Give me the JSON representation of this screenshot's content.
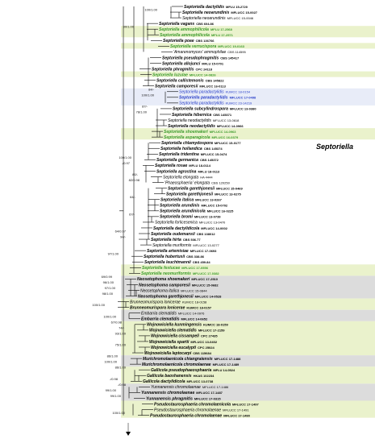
{
  "clade_label": "Septoriella",
  "colors": {
    "green_text": "#3a9a2a",
    "blue_text": "#2a40c8",
    "band_gray": "#dcdcdc",
    "band_green": "#eaf2cc",
    "band_blue": "#e8ecf8"
  },
  "taxa": [
    {
      "genus": "Septoriella dactylidis",
      "voucher": "MFLU 15-2720",
      "color": "black",
      "light": false
    },
    {
      "genus": "Septoriella neoarundinis",
      "voucher": "MFLUCC 15-0027",
      "color": "black",
      "light": false
    },
    {
      "genus": "Septoriella neoarundinis",
      "voucher": "MFLUCC 15-0046",
      "color": "black",
      "light": true
    },
    {
      "genus": "Septoriella vagans",
      "voucher": "CBS 604.86",
      "color": "black",
      "light": false
    },
    {
      "genus": "Septoriella ammophilicola",
      "voucher": "MFLU 17-2568",
      "color": "green",
      "light": false
    },
    {
      "genus": "Septoriella ammophilicola",
      "voucher": "MFLU 17-2571",
      "color": "green",
      "light": false
    },
    {
      "genus": "Septoriella poae",
      "voucher": "CBS 136766",
      "color": "black",
      "light": false
    },
    {
      "genus": "Septoriella verrucispora",
      "voucher": "MFLUCC 19-0163",
      "color": "green",
      "light": false
    },
    {
      "genus": "'Amarenomyces' ammophilae",
      "voucher": "CBS 114595",
      "color": "black",
      "light": true
    },
    {
      "genus": "Septoriella pseudophragmitis",
      "voucher": "CBS 145417",
      "color": "black",
      "light": false
    },
    {
      "genus": "Septoriella allojunci",
      "voucher": "MFLU 15-0701",
      "color": "black",
      "light": false
    },
    {
      "genus": "Septoriella phragmitis",
      "voucher": "CPC 24118",
      "color": "black",
      "light": false
    },
    {
      "genus": "Septoriella luzulae",
      "voucher": "MFLUCC 14-0826",
      "color": "green",
      "light": false
    },
    {
      "genus": "Septoriella callistemonis",
      "voucher": "CBS 145822",
      "color": "black",
      "light": false
    },
    {
      "genus": "Septoriella camporesii",
      "voucher": "MFLUCC 16-0113",
      "color": "black",
      "light": false
    },
    {
      "genus": "Septoriella paradactylidis",
      "voucher": "KUMCC 18-0154",
      "color": "blue",
      "light": true
    },
    {
      "genus": "Septoriella paradactylidis",
      "voucher": "MFLUCC 17-0498",
      "color": "blue",
      "light": false
    },
    {
      "genus": "Septoriella paradactylidis",
      "voucher": "KUMCC 23-14219",
      "color": "blue",
      "light": true
    },
    {
      "genus": "Septoriella subcylindrospora",
      "voucher": "MFLUCC 13-0380",
      "color": "black",
      "light": false
    },
    {
      "genus": "Septoriella hibernica",
      "voucher": "CBS 145371",
      "color": "black",
      "light": false
    },
    {
      "genus": "Septoriella neodactylidis",
      "voucher": "MFLUCC 13-0618",
      "color": "black",
      "light": true
    },
    {
      "genus": "Septoriella neodactylidis",
      "voucher": "MFLUCC 14-0966",
      "color": "black",
      "light": false
    },
    {
      "genus": "Septoriella shoemakeri",
      "voucher": "MFLUCC 14-0963",
      "color": "green",
      "light": false
    },
    {
      "genus": "Septoriella asparagicola",
      "voucher": "MFLUCC 16-0379",
      "color": "green",
      "light": false
    },
    {
      "genus": "Septoriella chlamydospora",
      "voucher": "MFLUCC 15-0177",
      "color": "black",
      "light": false
    },
    {
      "genus": "Septoriella hollandica",
      "voucher": "CBS 145374",
      "color": "black",
      "light": false
    },
    {
      "genus": "Septoriella tridentina",
      "voucher": "MFLUCC 15-0474",
      "color": "black",
      "light": false
    },
    {
      "genus": "Septoriella germanica",
      "voucher": "CBS 145372",
      "color": "black",
      "light": false
    },
    {
      "genus": "Septoriella rosae",
      "voucher": "MFLU 18-0114",
      "color": "black",
      "light": false
    },
    {
      "genus": "Septoriella agrostina",
      "voucher": "MFLU 18-0113",
      "color": "black",
      "light": false
    },
    {
      "genus": "Septoriella elongata",
      "voucher": "HA 4444",
      "color": "black",
      "light": true
    },
    {
      "genus": "'Phaeosphaeria' elongata",
      "voucher": "CBS 120250",
      "color": "black",
      "light": true
    },
    {
      "genus": "Septoriella garethjonesii",
      "voucher": "MFLUCC 15-0469",
      "color": "black",
      "light": false
    },
    {
      "genus": "Septoriella garethjonesii",
      "voucher": "MFLUCC 13-0275",
      "color": "black",
      "light": false
    },
    {
      "genus": "Septoriella italica",
      "voucher": "MFLUCC 13-0267",
      "color": "black",
      "light": false
    },
    {
      "genus": "Septoriella arundinis",
      "voucher": "MFLUCC 15-0702",
      "color": "black",
      "light": false
    },
    {
      "genus": "Septoriella arundinicola",
      "voucher": "MFLUCC 16-0225",
      "color": "black",
      "light": false
    },
    {
      "genus": "Septoriella bromi",
      "voucher": "MFLUCC 13-0739",
      "color": "black",
      "light": false
    },
    {
      "genus": "Septoriella forlicesenica",
      "voucher": "MFLUCC 13-0470",
      "color": "black",
      "light": true
    },
    {
      "genus": "Septoriella dactylidicola",
      "voucher": "MFLUCC 14-0002",
      "color": "black",
      "light": false
    },
    {
      "genus": "Septoriella oudemansii",
      "voucher": "CBS 138012",
      "color": "black",
      "light": false
    },
    {
      "genus": "Septoriella hirta",
      "voucher": "CBS 536.77",
      "color": "black",
      "light": false
    },
    {
      "genus": "Septoriella muriformis",
      "voucher": "MFLUCC 13-0277",
      "color": "black",
      "light": true
    },
    {
      "genus": "Septoriella artemisiae",
      "voucher": "MFLUCC 17-0693",
      "color": "black",
      "light": false
    },
    {
      "genus": "Septoriella hubertusii",
      "voucher": "CBS 338.86",
      "color": "black",
      "light": false
    },
    {
      "genus": "Septoriella leuchtmannii",
      "voucher": "CBS 459.84",
      "color": "black",
      "light": false
    },
    {
      "genus": "Septoriella festucae",
      "voucher": "MFLUCC 17-0556",
      "color": "green",
      "light": false
    },
    {
      "genus": "Septoriella neomuriformis",
      "voucher": "MFLUCC 17-0382",
      "color": "green",
      "light": false
    },
    {
      "genus": "Neosetophoma shoemakeri",
      "voucher": "MFLUCC 17-2510",
      "color": "black",
      "light": false
    },
    {
      "genus": "Neosetophoma camporesii",
      "voucher": "MFLUCC 15-0682",
      "color": "black",
      "light": false
    },
    {
      "genus": "Neosetophoma italica",
      "voucher": "MFLUCC 15-0844",
      "color": "black",
      "light": true
    },
    {
      "genus": "Neosetophoma garethjonesii",
      "voucher": "MFLUCC 14-0528",
      "color": "black",
      "light": false
    },
    {
      "genus": "Brunneomurispora lonicerae",
      "voucher": "KUMCC 18-0158",
      "color": "black",
      "light": true
    },
    {
      "genus": "Brunneomurispora lonicerae",
      "voucher": "KUMCC 18-0157",
      "color": "black",
      "light": false
    },
    {
      "genus": "Embarria clematidis",
      "voucher": "MFLUCC 14-0976",
      "color": "black",
      "light": true
    },
    {
      "genus": "Embarria clematidis",
      "voucher": "MFLUCC 14-0652",
      "color": "black",
      "light": false
    },
    {
      "genus": "Wojnowiciella kunmingensis",
      "voucher": "KUMCC 18-0159",
      "color": "black",
      "light": false
    },
    {
      "genus": "Wojnowiciella clematidis",
      "voucher": "MFLUCC 17-2159",
      "color": "black",
      "light": false
    },
    {
      "genus": "Wojnowiciella cissampeli",
      "voucher": "CPC 27435",
      "color": "black",
      "light": false
    },
    {
      "genus": "Wojnowiciella spartii",
      "voucher": "MFLUCC 13-0402",
      "color": "black",
      "light": false
    },
    {
      "genus": "Wojnowiciella eucalypti",
      "voucher": "CPC 25024",
      "color": "black",
      "light": false
    },
    {
      "genus": "Wojnowiciella leptocarpi",
      "voucher": "CBS 115684",
      "color": "black",
      "light": false
    },
    {
      "genus": "Murichromolaenicola chiangraiensis",
      "voucher": "MFLUCC 17-1488",
      "color": "black",
      "light": false
    },
    {
      "genus": "Murichromolaenicola chromolaenae",
      "voucher": "MFLUCC 17-1489",
      "color": "black",
      "light": false
    },
    {
      "genus": "Gallicola pseudophaeosphaeria",
      "voucher": "MFLU 14-0524",
      "color": "black",
      "light": false
    },
    {
      "genus": "Gallicola baoshanensis",
      "voucher": "HKAS 102234",
      "color": "black",
      "light": false
    },
    {
      "genus": "Gallicola dactylidicola",
      "voucher": "MFLUCC 13-0738",
      "color": "black",
      "light": false
    },
    {
      "genus": "Yunnanensis chromolaenae",
      "voucher": "MFLUCC 17-1486",
      "color": "black",
      "light": true
    },
    {
      "genus": "Yunnanensis chromolaenae",
      "voucher": "MFLUCC 17-1487",
      "color": "black",
      "light": false
    },
    {
      "genus": "Yunnanensis phragmitis",
      "voucher": "MFLUCC 17-0315",
      "color": "black",
      "light": false
    },
    {
      "genus": "Pseudostaurosphaeria chromolaenicola",
      "voucher": "MFLUCC 17-1497",
      "color": "black",
      "light": false
    },
    {
      "genus": "Pseudostaurosphaeria chromolaenae",
      "voucher": "MFLUCC 17-1491",
      "color": "black",
      "light": true
    },
    {
      "genus": "Pseudostaurosphaeria chromolaenae",
      "voucher": "MFLUCC 17-1490",
      "color": "black",
      "light": false
    }
  ],
  "support_values": [
    {
      "text": "100/1.00",
      "near": "Septoriella neoarundinis MFLUCC 15-0027"
    },
    {
      "text": "90/1.00",
      "near": "Septoriella ammophilicola MFLU 17-2568"
    },
    {
      "text": "84/-",
      "near": "Septoriella paradactylidis KUMCC 18-0154"
    },
    {
      "text": "100/1.00",
      "near": "Septoriella paradactylidis MFLUCC 17-0498"
    },
    {
      "text": "87/-",
      "near": "Septoriella subcylindrospora MFLUCC 13-0380"
    },
    {
      "text": "78/1.00",
      "near": "Septoriella hibernica CBS 145371"
    },
    {
      "text": "-/0.97",
      "near": "Septoriella rosae MFLU 18-0114"
    },
    {
      "text": "100/1.00",
      "near": "Septoriella germanica CBS 145372"
    },
    {
      "text": "80/-",
      "near": "Septoriella elongata HA 4444"
    },
    {
      "text": "82/0.98",
      "near": "'Phaeosphaeria' elongata CBS 120250"
    },
    {
      "text": "64/-",
      "near": "Septoriella italica MFLUCC 13-0267"
    },
    {
      "text": "67/-",
      "near": "Septoriella bromi MFLUCC 13-0739"
    },
    {
      "text": "94/-",
      "near": "Septoriella hirta CBS 536.77"
    },
    {
      "text": "64/0.97",
      "near": "Septoriella oudemansii CBS 138012"
    },
    {
      "text": "97/1.00",
      "near": "Septoriella hubertusii CBS 338.86"
    },
    {
      "text": "69/0.99",
      "near": "Neosetophoma shoemakeri MFLUCC 17-2510"
    },
    {
      "text": "96/1.00",
      "near": "Neosetophoma camporesii MFLUCC 15-0682"
    },
    {
      "text": "97/1.00",
      "near": "Neosetophoma italica MFLUCC 15-0844"
    },
    {
      "text": "98/1.00",
      "near": "Neosetophoma garethjonesii MFLUCC 14-0528"
    },
    {
      "text": "100/1.00",
      "near": "Brunneomurispora lonicerae KUMCC 18-0157"
    },
    {
      "text": "100/1.00",
      "near": "Embarria clematidis MFLUCC 14-0652"
    },
    {
      "text": "67/0.98",
      "near": "Wojnowiciella kunmingensis KUMCC 18-0159"
    },
    {
      "text": "74/-",
      "near": "Wojnowiciella clematidis MFLUCC 17-2159"
    },
    {
      "text": "93/1.00",
      "near": "Wojnowiciella cissampeli CPC 27435"
    },
    {
      "text": "75/1.00",
      "near": "Wojnowiciella eucalypti CPC 25024"
    },
    {
      "text": "86/1.00",
      "near": "Murichromolaenicola chiangraiensis MFLUCC 17-1488"
    },
    {
      "text": "100/1.00",
      "near": "Murichromolaenicola chromolaenae MFLUCC 17-1489"
    },
    {
      "text": "86/1.00",
      "near": "Gallicola pseudophaeosphaeria MFLU 14-0524"
    },
    {
      "text": "-/0.98",
      "near": "Gallicola dactylidicola MFLUCC 13-0738"
    },
    {
      "text": "-/0.98",
      "near": "Yunnanensis chromolaenae MFLUCC 17-1486"
    },
    {
      "text": "99/1.00",
      "near": "Yunnanensis chromolaenae MFLUCC 17-1487"
    },
    {
      "text": "99/1.00",
      "near": "Yunnanensis phragmitis MFLUCC 17-0315"
    },
    {
      "text": "100/1.00",
      "near": "Pseudostaurosphaeria chromolaenae MFLUCC 17-1490"
    }
  ]
}
